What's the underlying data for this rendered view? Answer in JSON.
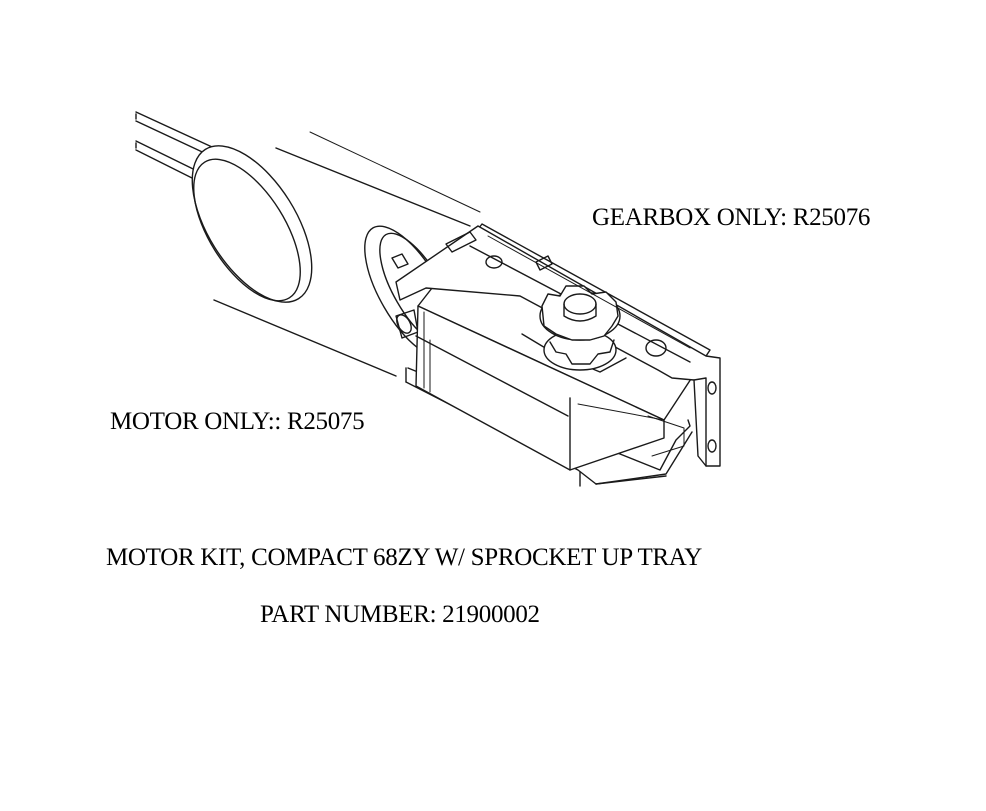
{
  "labels": {
    "gearbox": "GEARBOX ONLY: R25076",
    "motor": "MOTOR ONLY:: R25075",
    "title": "MOTOR KIT, COMPACT 68ZY W/ SPROCKET UP TRAY",
    "part_number": "PART NUMBER: 21900002"
  },
  "colors": {
    "line": "#1a1a1a",
    "background": "#ffffff"
  }
}
